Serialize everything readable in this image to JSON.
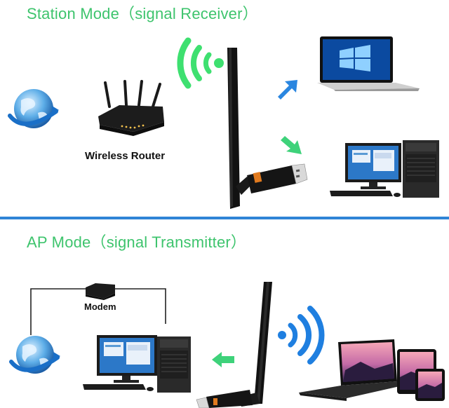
{
  "station_mode": {
    "title": "Station Mode（signal Receiver）",
    "router_label": "Wireless Router"
  },
  "ap_mode": {
    "title": "AP Mode（signal Transmitter）",
    "modem_label": "Modem"
  },
  "colors": {
    "title_green": "#3ec46d",
    "divider_blue": "#2f84d6",
    "signal_green": "#3ee070",
    "signal_blue": "#1f7fe0",
    "arrow_blue": "#2a86e0",
    "arrow_green": "#3ed27a"
  }
}
